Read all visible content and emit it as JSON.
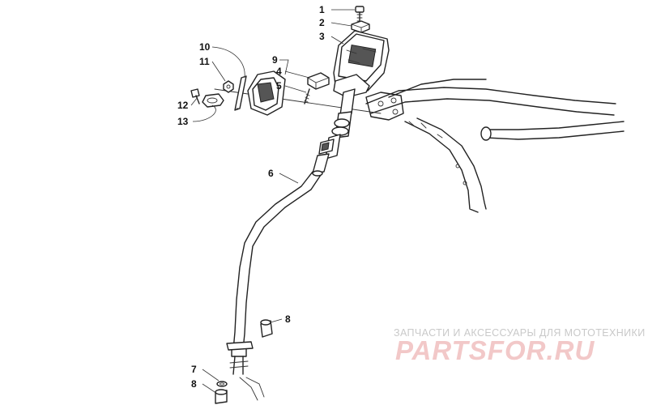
{
  "diagram": {
    "callouts": [
      "1",
      "2",
      "3",
      "4",
      "5",
      "6",
      "7",
      "8",
      "9",
      "10",
      "11",
      "12",
      "13"
    ],
    "watermark": {
      "caption": "ЗАПЧАСТИ И АКСЕССУАРЫ ДЛЯ МОТОТЕХНИКИ",
      "logo": "PARTSFOR.RU"
    }
  }
}
